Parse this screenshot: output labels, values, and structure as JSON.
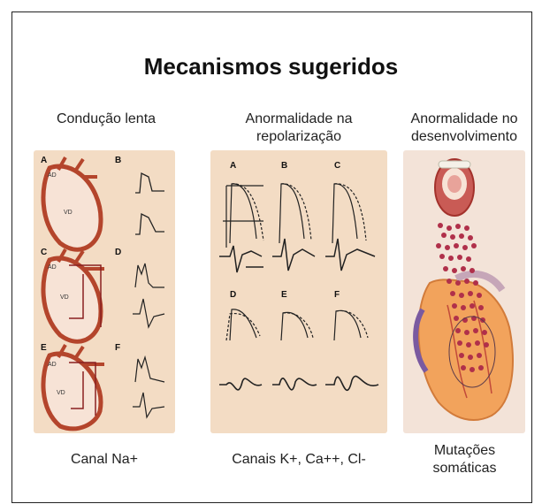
{
  "title": "Mecanismos sugeridos",
  "columns": [
    {
      "header": "Condução lenta",
      "footer": "Canal Na+",
      "panel_labels": [
        "A",
        "B",
        "C",
        "D",
        "E",
        "F"
      ],
      "heart_labels": [
        "AD",
        "VD"
      ]
    },
    {
      "header": "Anormalidade na repolarização",
      "footer": "Canais K+, Ca++, Cl-",
      "panel_labels": [
        "A",
        "B",
        "C",
        "D",
        "E",
        "F"
      ]
    },
    {
      "header": "Anormalidade no desenvolvimento",
      "footer": "Mutações somáticas"
    }
  ],
  "colors": {
    "panel_bg": "#f3dcc4",
    "heart_outline": "#b4452c",
    "heart_fill": "#f7e3d6",
    "cell_red": "#b0304a",
    "trace": "#222222"
  }
}
